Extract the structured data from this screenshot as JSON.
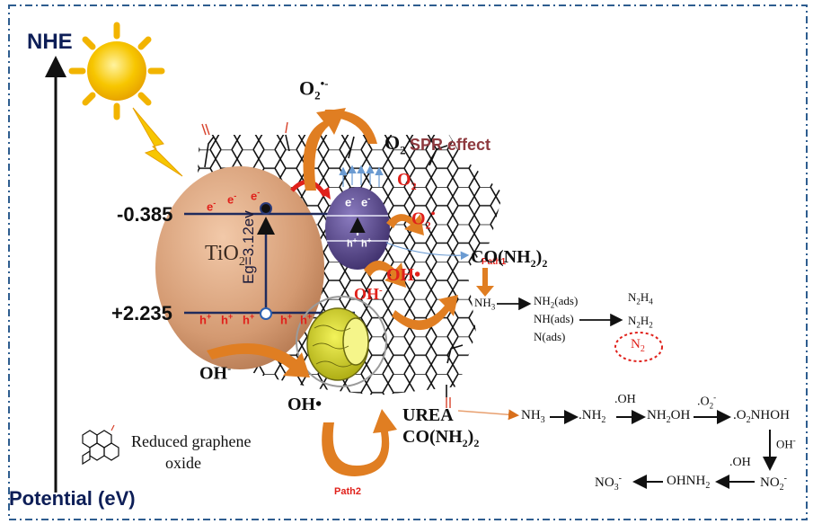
{
  "axis": {
    "top_label": "NHE",
    "bottom_label": "Potential (eV)"
  },
  "levels": {
    "cb_potential": "-0.385",
    "vb_potential": "+2.235"
  },
  "tio2": {
    "name": "TiO",
    "name_sub": "2",
    "band_gap": "Eg=3.12ev",
    "electron": "e",
    "electron_sup": "-",
    "hole": "h",
    "hole_sup": "+"
  },
  "spr": {
    "label": "SPR effect",
    "o2": "O",
    "o2_sub": "2"
  },
  "species": {
    "superoxide_top": "O",
    "superoxide_top_sub": "2",
    "superoxide_top_sup": "•-",
    "o2_red": "O",
    "o2_red_sub": "2",
    "o2_rad": "O",
    "o2_rad_sub": "2",
    "o2_rad_sup": "•",
    "oh_rad_1": "OH•",
    "oh_minus_1": "OH",
    "oh_minus_1_sup": "-",
    "oh_minus_2": "OH",
    "oh_minus_2_sup": "-",
    "oh_rad_2": "OH•"
  },
  "path1": {
    "label": "Path1",
    "urea": "CO(NH",
    "urea_sub": "2",
    "urea_end": ")",
    "urea_end_sub": "2",
    "nh3": "NH",
    "nh3_sub": "3",
    "nh2_ads": "NH",
    "nh2_ads_sub": "2",
    "nh2_ads_end": "(ads)",
    "nh_ads": "NH(ads)",
    "n_ads": "N(ads)",
    "n2h4": "N",
    "n2h4_sub1": "2",
    "n2h4_mid": "H",
    "n2h4_sub2": "4",
    "n2h2": "N",
    "n2h2_sub1": "2",
    "n2h2_mid": "H",
    "n2h2_sub2": "2",
    "n2": "N",
    "n2_sub": "2"
  },
  "path2": {
    "label": "Path2",
    "urea_title": "UREA",
    "urea_formula": "CO(NH",
    "urea_formula_sub": "2",
    "urea_formula_end": ")",
    "urea_formula_end_sub": "2",
    "nh3": "NH",
    "nh3_sub": "3",
    "nh2": ".NH",
    "nh2_sub": "2",
    "oh_rad": ".OH",
    "nh2oh": "NH",
    "nh2oh_sub": "2",
    "nh2oh_end": "OH",
    "o2_minus": ".O",
    "o2_minus_sub": "2",
    "o2_minus_sup": "-",
    "o2nhoh": ".O",
    "o2nhoh_sub": "2",
    "o2nhoh_end": "NHOH",
    "oh_minus": "OH",
    "oh_minus_sup": "-",
    "oh_rad2": ".OH",
    "no2": "NO",
    "no2_sub": "2",
    "no2_sup": "-",
    "ohnh2": "OHNH",
    "ohnh2_sub": "2",
    "no3": "NO",
    "no3_sub": "3",
    "no3_sup": "-"
  },
  "legend": {
    "line1": "Reduced graphene",
    "line2": "oxide"
  },
  "colors": {
    "border": "#2e5d8f",
    "arrow_orange": "#e07e22",
    "red": "#e0211b",
    "tio2_fill": "#d9a07b",
    "particle_purple": "#5b4b8a",
    "tube_yellow": "#d8d92b",
    "axis": "#111111"
  },
  "icons": [
    "sun-icon",
    "lightning-icon",
    "graphene-legend-icon",
    "curved-arrow-icon"
  ]
}
